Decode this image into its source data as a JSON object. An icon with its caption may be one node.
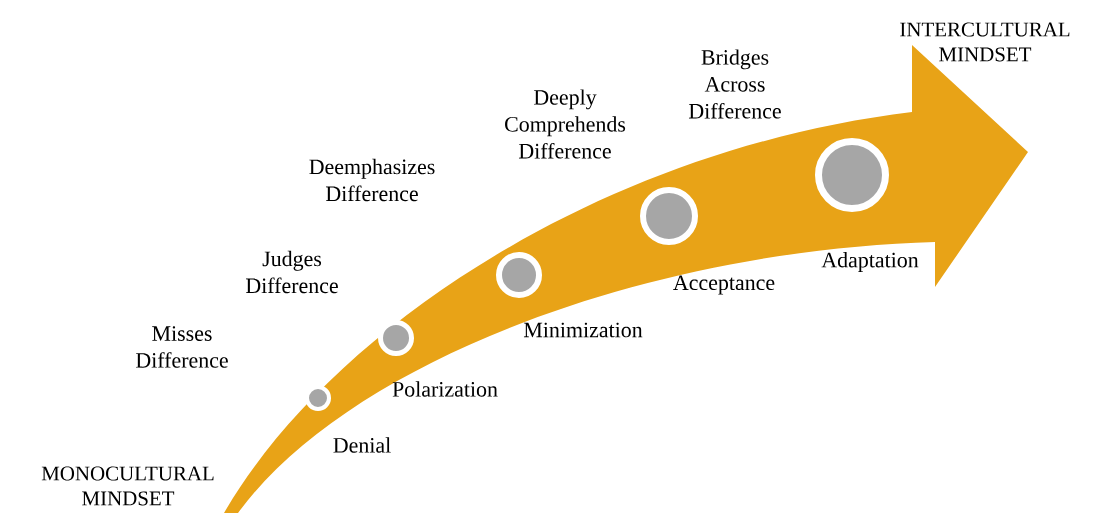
{
  "diagram": {
    "nodes": [
      {
        "text": [],
        "shape": "circle",
        "beside": [
          "Denial",
          "Misses Difference"
        ]
      },
      {
        "text": [],
        "shape": "circle",
        "beside": [
          "Polarization",
          "Judges Difference"
        ]
      },
      {
        "text": [],
        "shape": "circle",
        "beside": [
          "Minimization",
          "Deemphasizes Difference"
        ]
      },
      {
        "text": [],
        "shape": "circle",
        "beside": [
          "Acceptance",
          "Deeply Comprehends Difference"
        ]
      },
      {
        "text": [],
        "shape": "circle",
        "beside": [
          "Adaptation",
          "Bridges Across Difference"
        ]
      }
    ],
    "labels": [
      "INTERCULTURAL MINDSET",
      "MONOCULTURAL MINDSET"
    ]
  }
}
